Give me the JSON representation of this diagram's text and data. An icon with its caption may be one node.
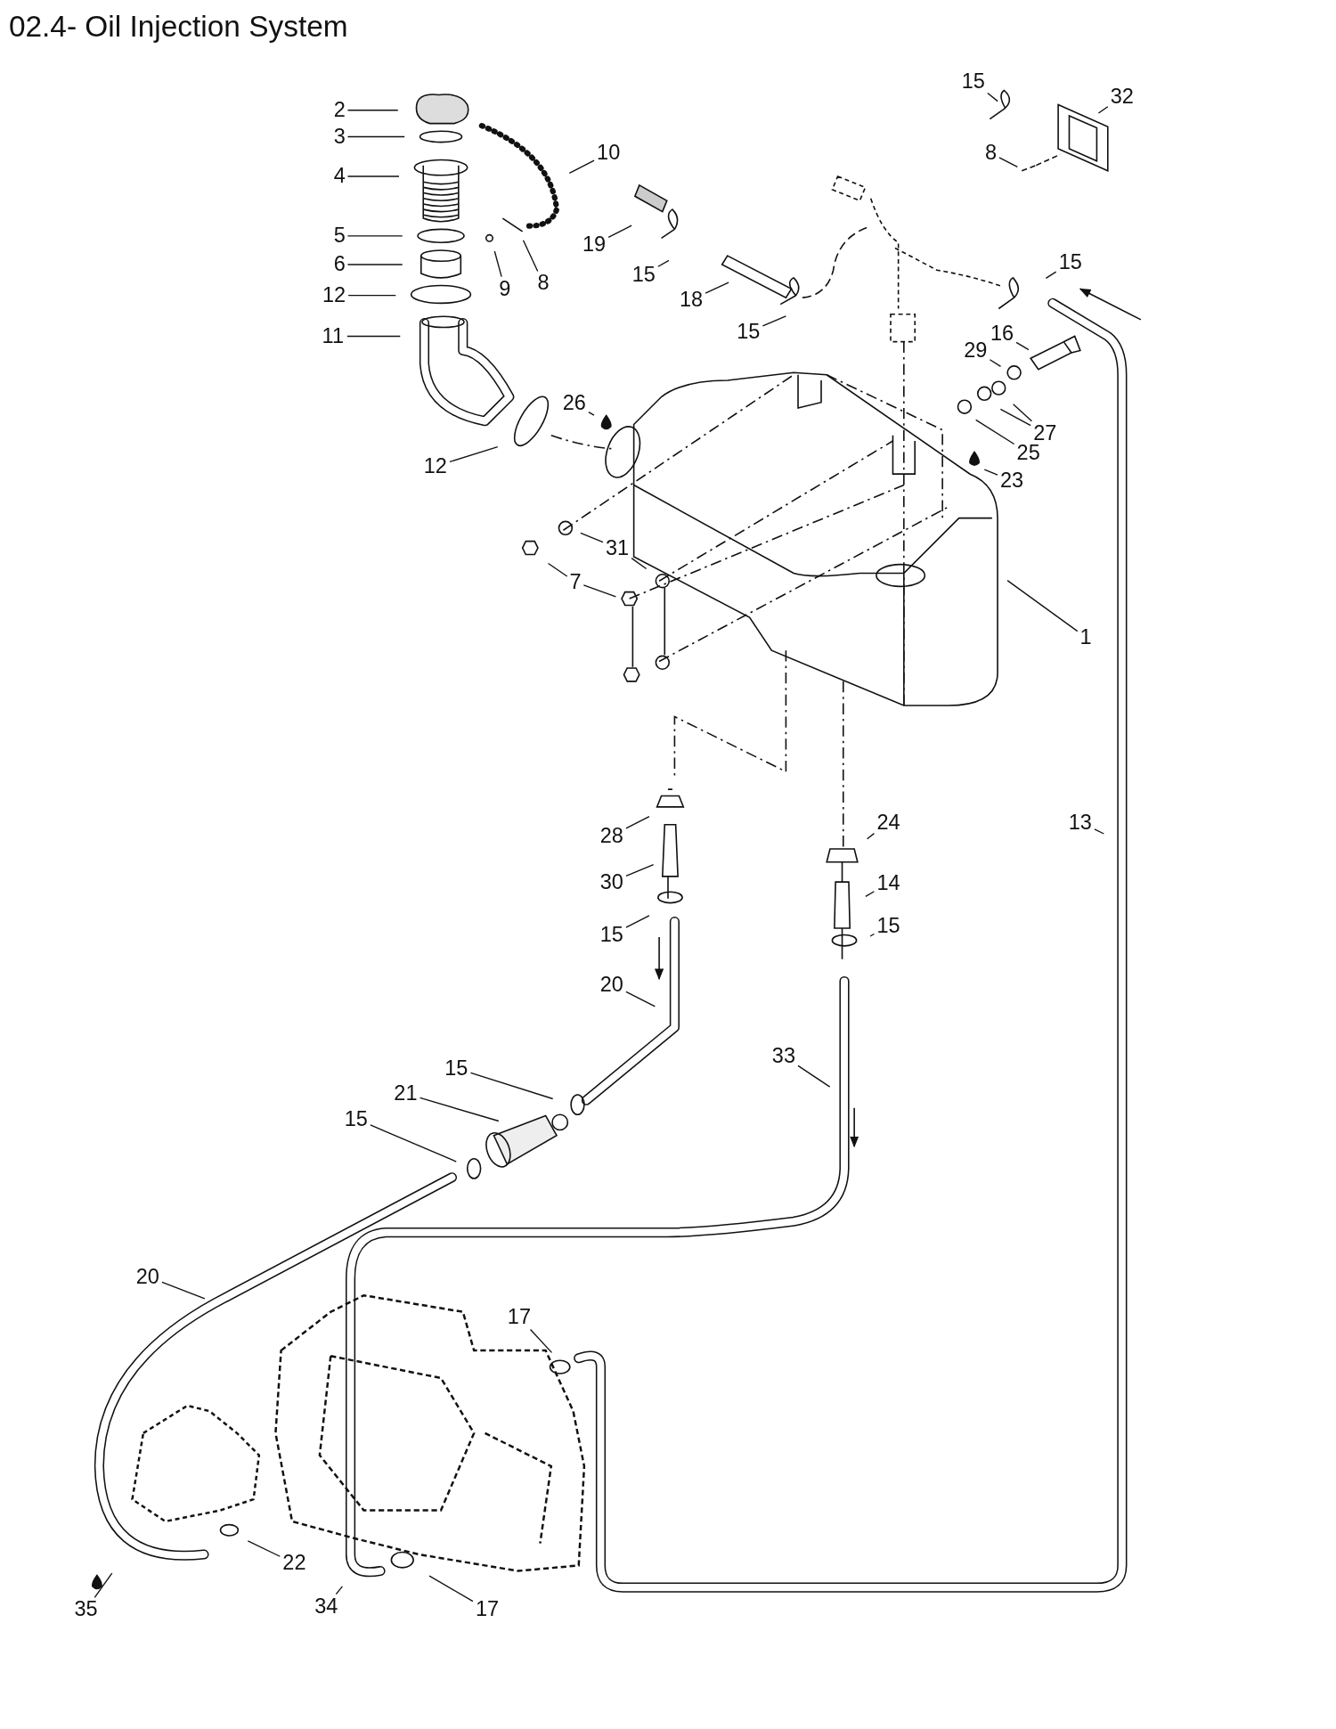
{
  "diagram": {
    "title": "02.4- Oil Injection System",
    "nodes": [
      {
        "text": [
          "2"
        ]
      },
      {
        "text": [
          "3"
        ]
      },
      {
        "text": [
          "4"
        ]
      },
      {
        "text": [
          "5"
        ]
      },
      {
        "text": [
          "6"
        ]
      },
      {
        "text": [
          "12"
        ]
      },
      {
        "text": [
          "11"
        ]
      },
      {
        "text": [
          "10"
        ]
      },
      {
        "text": [
          "9"
        ]
      },
      {
        "text": [
          "8"
        ]
      },
      {
        "text": [
          "19"
        ]
      },
      {
        "text": [
          "15"
        ]
      },
      {
        "text": [
          "18"
        ]
      },
      {
        "text": [
          "15"
        ]
      },
      {
        "text": [
          "26"
        ]
      },
      {
        "text": [
          "12"
        ]
      },
      {
        "text": [
          "15"
        ]
      },
      {
        "text": [
          "32"
        ]
      },
      {
        "text": [
          "8"
        ]
      },
      {
        "text": [
          "15"
        ]
      },
      {
        "text": [
          "16"
        ]
      },
      {
        "text": [
          "29"
        ]
      },
      {
        "text": [
          "27"
        ]
      },
      {
        "text": [
          "25"
        ]
      },
      {
        "text": [
          "23"
        ]
      },
      {
        "text": [
          "31"
        ]
      },
      {
        "text": [
          "7"
        ]
      },
      {
        "text": [
          "1"
        ]
      },
      {
        "text": [
          "28"
        ]
      },
      {
        "text": [
          "30"
        ]
      },
      {
        "text": [
          "15"
        ]
      },
      {
        "text": [
          "24"
        ]
      },
      {
        "text": [
          "14"
        ]
      },
      {
        "text": [
          "15"
        ]
      },
      {
        "text": [
          "13"
        ]
      },
      {
        "text": [
          "20"
        ]
      },
      {
        "text": [
          "15"
        ]
      },
      {
        "text": [
          "21"
        ]
      },
      {
        "text": [
          "15"
        ]
      },
      {
        "text": [
          "33"
        ]
      },
      {
        "text": [
          "20"
        ]
      },
      {
        "text": [
          "17"
        ]
      },
      {
        "text": [
          "22"
        ]
      },
      {
        "text": [
          "35"
        ]
      },
      {
        "text": [
          "34"
        ]
      },
      {
        "text": [
          "17"
        ]
      }
    ],
    "edges": [
      {
        "from": 0,
        "to": null,
        "arrow": "none"
      },
      {
        "from": 1,
        "to": null,
        "arrow": "none"
      },
      {
        "from": 2,
        "to": null,
        "arrow": "none"
      },
      {
        "from": 3,
        "to": null,
        "arrow": "none"
      },
      {
        "from": 4,
        "to": null,
        "arrow": "none"
      },
      {
        "from": 5,
        "to": null,
        "arrow": "none"
      },
      {
        "from": 6,
        "to": null,
        "arrow": "none"
      },
      {
        "from": 7,
        "to": null,
        "arrow": "none"
      },
      {
        "from": 8,
        "to": null,
        "arrow": "none"
      },
      {
        "from": 9,
        "to": null,
        "arrow": "none"
      },
      {
        "from": 10,
        "to": null,
        "arrow": "none"
      },
      {
        "from": 11,
        "to": null,
        "arrow": "none"
      },
      {
        "from": 12,
        "to": null,
        "arrow": "none"
      },
      {
        "from": 13,
        "to": null,
        "arrow": "none"
      },
      {
        "from": 14,
        "to": null,
        "arrow": "none"
      },
      {
        "from": 15,
        "to": null,
        "arrow": "none"
      },
      {
        "from": 16,
        "to": null,
        "arrow": "none"
      },
      {
        "from": 17,
        "to": null,
        "arrow": "none"
      },
      {
        "from": 18,
        "to": null,
        "arrow": "none"
      },
      {
        "from": 19,
        "to": null,
        "arrow": "none"
      },
      {
        "from": 20,
        "to": null,
        "arrow": "none"
      },
      {
        "from": 21,
        "to": null,
        "arrow": "none"
      },
      {
        "from": 22,
        "to": null,
        "arrow": "none"
      },
      {
        "from": 22,
        "to": null,
        "arrow": "none"
      },
      {
        "from": 23,
        "to": null,
        "arrow": "none"
      },
      {
        "from": 24,
        "to": null,
        "arrow": "none"
      },
      {
        "from": 25,
        "to": null,
        "arrow": "none"
      },
      {
        "from": 25,
        "to": null,
        "arrow": "none"
      },
      {
        "from": 26,
        "to": null,
        "arrow": "none"
      },
      {
        "from": 26,
        "to": null,
        "arrow": "none"
      },
      {
        "from": 27,
        "to": null,
        "arrow": "none"
      },
      {
        "from": 28,
        "to": null,
        "arrow": "none"
      },
      {
        "from": 29,
        "to": null,
        "arrow": "none"
      },
      {
        "from": 30,
        "to": null,
        "arrow": "none"
      },
      {
        "from": 31,
        "to": null,
        "arrow": "none"
      },
      {
        "from": 32,
        "to": null,
        "arrow": "none"
      },
      {
        "from": 33,
        "to": null,
        "arrow": "none"
      },
      {
        "from": 34,
        "to": null,
        "arrow": "none"
      },
      {
        "from": 35,
        "to": null,
        "arrow": "none"
      },
      {
        "from": 36,
        "to": null,
        "arrow": "none"
      },
      {
        "from": 37,
        "to": null,
        "arrow": "none"
      },
      {
        "from": 38,
        "to": null,
        "arrow": "none"
      },
      {
        "from": 39,
        "to": null,
        "arrow": "none"
      },
      {
        "from": 40,
        "to": null,
        "arrow": "none"
      },
      {
        "from": 41,
        "to": null,
        "arrow": "none"
      },
      {
        "from": 42,
        "to": null,
        "arrow": "none"
      },
      {
        "from": 43,
        "to": null,
        "arrow": "none"
      },
      {
        "from": 44,
        "to": null,
        "arrow": "none"
      },
      {
        "from": 45,
        "to": null,
        "arrow": "none"
      }
    ]
  }
}
